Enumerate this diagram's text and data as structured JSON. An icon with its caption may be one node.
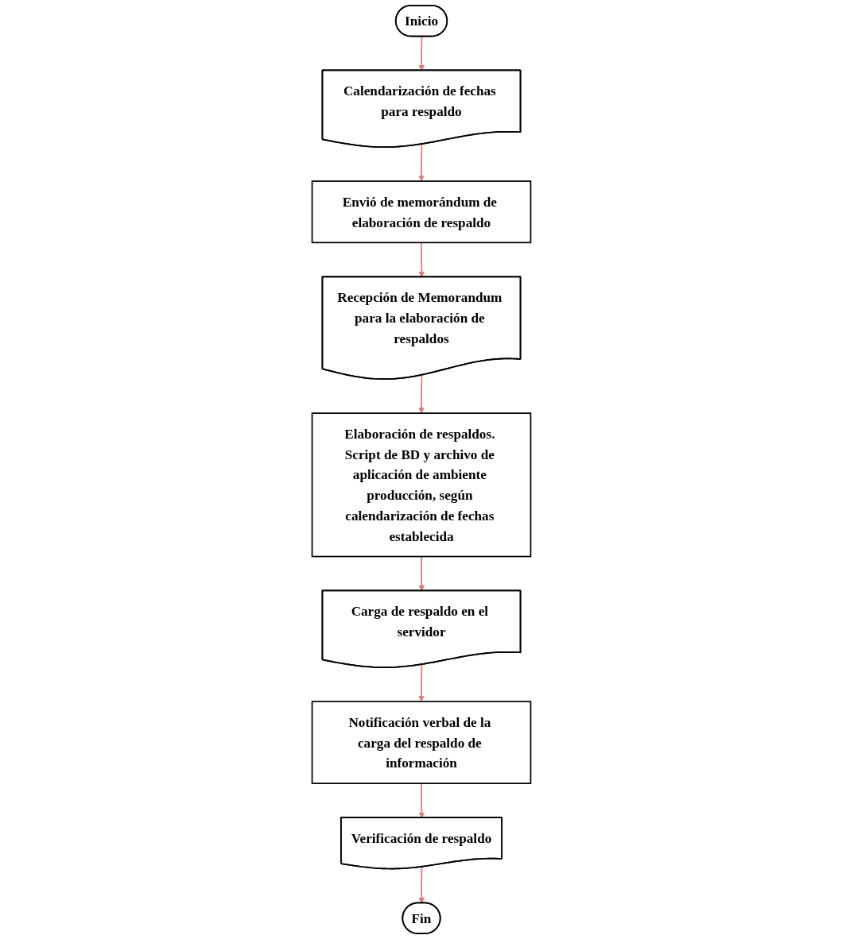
{
  "diagram": {
    "nodes": [
      {
        "text": [
          "Inicio"
        ]
      },
      {
        "text": [
          "Calendarización de fechas para respaldo"
        ]
      },
      {
        "text": [
          "Envió de memorándum de elaboración de respaldo"
        ]
      },
      {
        "text": [
          "Recepción de Memorandum para la elaboración de respaldos"
        ]
      },
      {
        "text": [
          "Elaboración de respaldos. Script de BD y archivo de aplicación de ambiente producción, según calendarización de fechas establecida"
        ]
      },
      {
        "text": [
          "Carga de respaldo en el servidor"
        ]
      },
      {
        "text": [
          "Notificación verbal de la carga del respaldo de información"
        ]
      },
      {
        "text": [
          "Verificación de respaldo"
        ]
      },
      {
        "text": [
          "Fin"
        ]
      }
    ],
    "edges": [
      {
        "from": 0,
        "to": 1,
        "arrow": "to"
      },
      {
        "from": 1,
        "to": 2,
        "arrow": "to"
      },
      {
        "from": 2,
        "to": 3,
        "arrow": "to"
      },
      {
        "from": 3,
        "to": 4,
        "arrow": "to"
      },
      {
        "from": 4,
        "to": 5,
        "arrow": "to"
      },
      {
        "from": 5,
        "to": 6,
        "arrow": "to"
      },
      {
        "from": 6,
        "to": 7,
        "arrow": "to"
      },
      {
        "from": 7,
        "to": 8,
        "arrow": "to"
      }
    ]
  }
}
